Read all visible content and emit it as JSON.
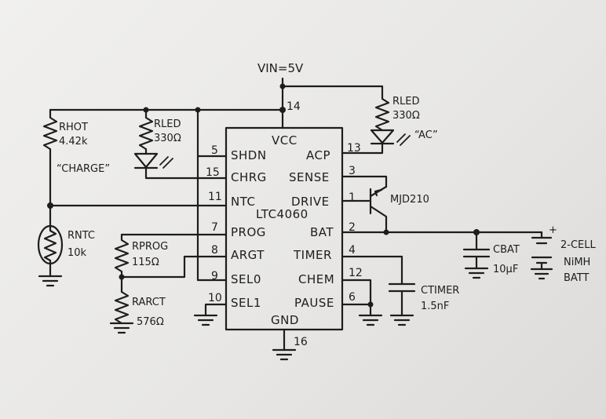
{
  "supply": {
    "label": "VIN=5V"
  },
  "ic": {
    "name": "LTC4060",
    "vcc": "VCC",
    "gnd": "GND",
    "vcc_pin": "14",
    "gnd_pin": "16",
    "left_pins": [
      {
        "name": "SHDN",
        "num": "5"
      },
      {
        "name": "CHRG",
        "num": "15"
      },
      {
        "name": "NTC",
        "num": "11"
      },
      {
        "name": "PROG",
        "num": "7"
      },
      {
        "name": "ARGT",
        "num": "8"
      },
      {
        "name": "SEL0",
        "num": "9"
      },
      {
        "name": "SEL1",
        "num": "10"
      }
    ],
    "right_pins": [
      {
        "name": "ACP",
        "num": "13"
      },
      {
        "name": "SENSE",
        "num": "3"
      },
      {
        "name": "DRIVE",
        "num": "1"
      },
      {
        "name": "BAT",
        "num": "2"
      },
      {
        "name": "TIMER",
        "num": "4"
      },
      {
        "name": "CHEM",
        "num": "12"
      },
      {
        "name": "PAUSE",
        "num": "6"
      }
    ]
  },
  "components": {
    "rhot": {
      "name": "RHOT",
      "value": "4.42k"
    },
    "rled_charge": {
      "name": "RLED",
      "value": "330Ω",
      "label": "“CHARGE”"
    },
    "rled_ac": {
      "name": "RLED",
      "value": "330Ω",
      "label": "“AC”"
    },
    "rntc": {
      "name": "RNTC",
      "value": "10k"
    },
    "rprog": {
      "name": "RPROG",
      "value": "115Ω"
    },
    "rarct": {
      "name": "RARCT",
      "value": "576Ω"
    },
    "transistor": {
      "name": "MJD210"
    },
    "cbat": {
      "name": "CBAT",
      "value": "10µF"
    },
    "ctimer": {
      "name": "CTIMER",
      "value": "1.5nF"
    },
    "battery": {
      "line1": "2-CELL",
      "line2": "NiMH",
      "line3": "BATT",
      "plus": "+"
    }
  }
}
